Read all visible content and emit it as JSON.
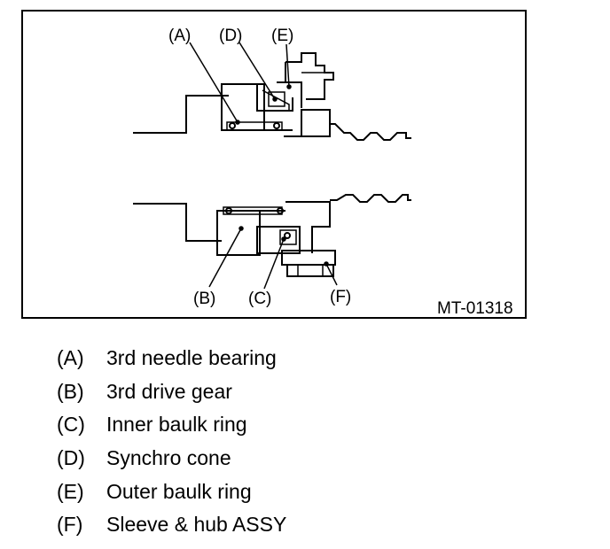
{
  "figure_code": "MT-01318",
  "callouts": {
    "A": "(A)",
    "B": "(B)",
    "C": "(C)",
    "D": "(D)",
    "E": "(E)",
    "F": "(F)"
  },
  "legend": [
    {
      "key": "(A)",
      "label": "3rd needle bearing"
    },
    {
      "key": "(B)",
      "label": "3rd drive gear"
    },
    {
      "key": "(C)",
      "label": "Inner baulk ring"
    },
    {
      "key": "(D)",
      "label": "Synchro cone"
    },
    {
      "key": "(E)",
      "label": "Outer baulk ring"
    },
    {
      "key": "(F)",
      "label": "Sleeve & hub ASSY"
    }
  ]
}
